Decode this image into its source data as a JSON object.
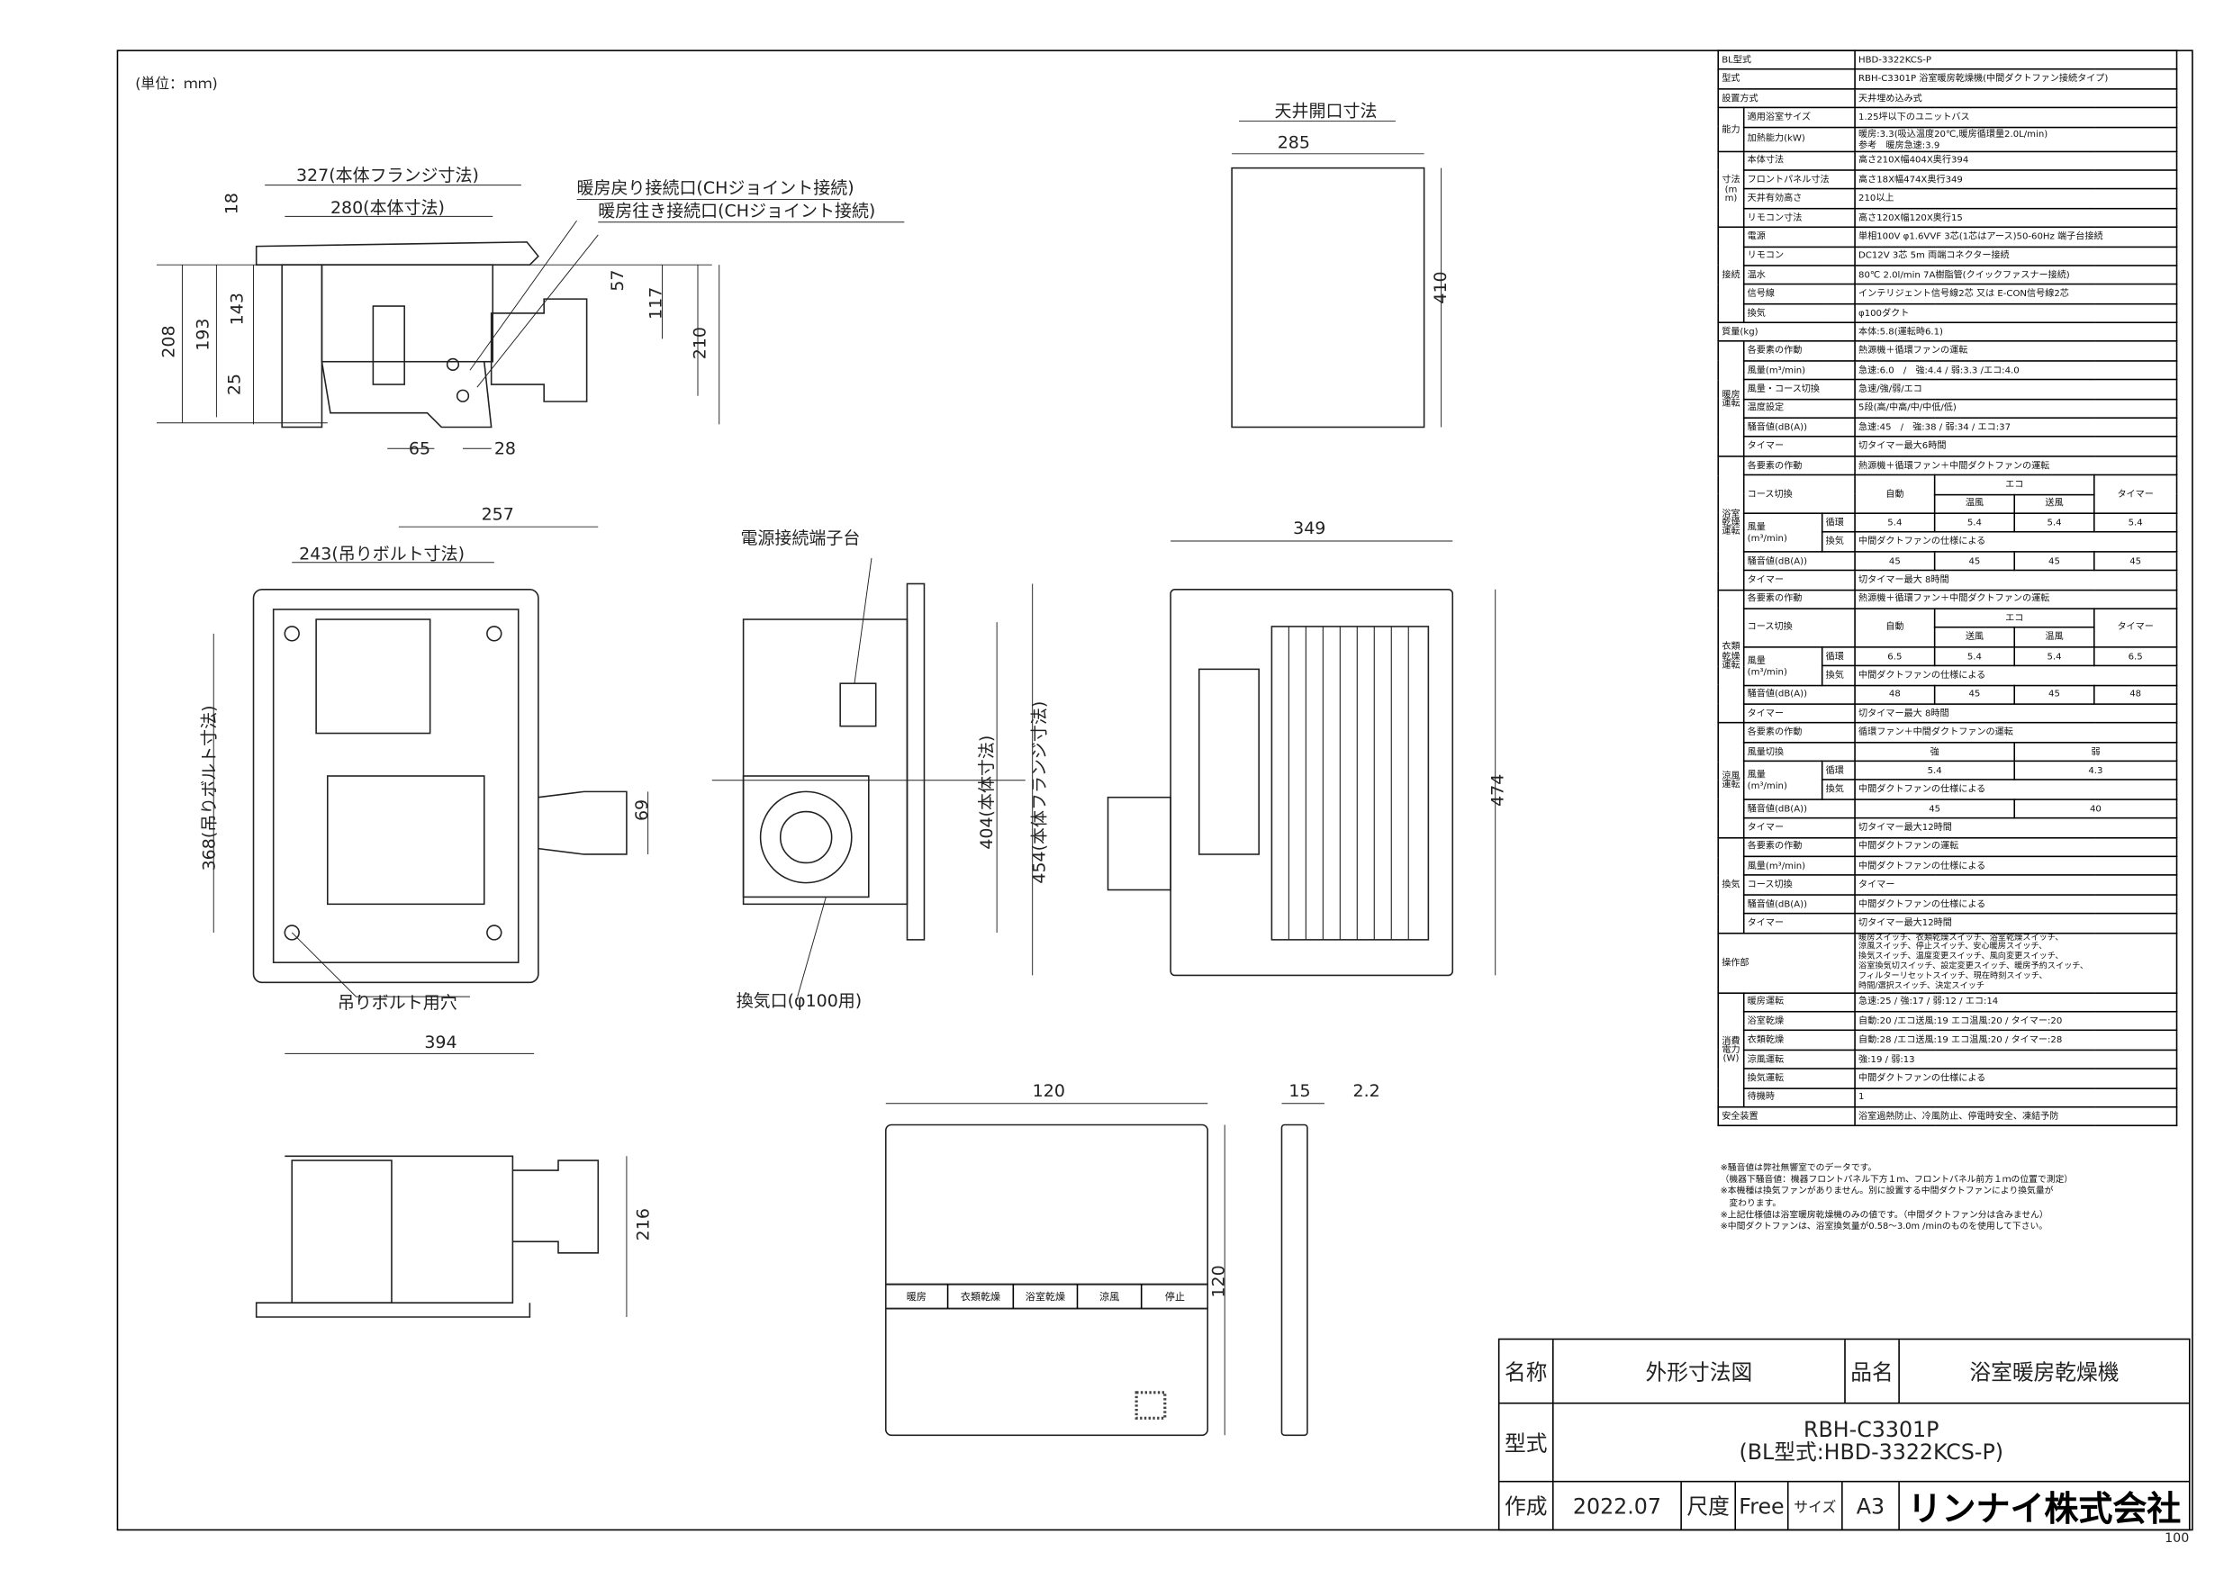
{
  "unit_note": "(単位：ｍｍ)",
  "page_number": "100",
  "drawing": {
    "side_view": {
      "flange_width": "327(本体フランジ寸法)",
      "body_width": "280(本体寸法)",
      "return_port": "暖房戻り接続口(CHジョイント接続)",
      "supply_port": "暖房往き接続口(CHジョイント接続)",
      "dim_18": "18",
      "dim_208": "208",
      "dim_193": "193",
      "dim_143": "143",
      "dim_25": "25",
      "dim_57": "57",
      "dim_117": "117",
      "dim_210": "210",
      "dim_65": "65",
      "dim_28": "28"
    },
    "ceiling_opening": {
      "title": "天井開口寸法",
      "width": "285",
      "height": "410"
    },
    "top_view": {
      "dim_257": "257",
      "bolt_pitch_x": "243(吊りボルト寸法)",
      "bolt_pitch_y": "368(吊りボルト寸法)",
      "dim_69": "69",
      "bolt_hole": "吊りボルト用穴",
      "dim_394": "394"
    },
    "side_view_2": {
      "terminal": "電源接続端子台",
      "body_dim": "404(本体寸法)",
      "flange_dim": "454(本体フランジ寸法)",
      "vent_port": "換気口(φ100用)"
    },
    "front_panel": {
      "width": "349",
      "height": "474"
    },
    "bottom_view": {
      "dim_216": "216"
    },
    "remote": {
      "width": "120",
      "height": "120",
      "depth": "15",
      "depth2": "2.2",
      "buttons": [
        "暖房",
        "衣類乾燥",
        "浴室乾燥",
        "涼風",
        "停止"
      ]
    }
  },
  "spec": {
    "bl_model": {
      "label": "BL型式",
      "value": "HBD-3322KCS-P"
    },
    "model": {
      "label": "型式",
      "value": "RBH-C3301P 浴室暖房乾燥機(中間ダクトファン接続タイプ)"
    },
    "install": {
      "label": "設置方式",
      "value": "天井埋め込み式"
    },
    "capacity": {
      "group": "能力",
      "rows": [
        {
          "label": "適用浴室サイズ",
          "value": "1.25坪以下のユニットバス"
        },
        {
          "label": "加熱能力(kW)",
          "value": "暖房:3.3(吸込温度20℃,暖房循環量2.0L/min)",
          "value2": "参考　暖房急速:3.9"
        }
      ]
    },
    "dimensions": {
      "group": "寸法(mm)",
      "rows": [
        {
          "label": "本体寸法",
          "value": "高さ210X幅404X奥行394"
        },
        {
          "label": "フロントパネル寸法",
          "value": "高さ18X幅474X奥行349"
        },
        {
          "label": "天井有効高さ",
          "value": "210以上"
        },
        {
          "label": "リモコン寸法",
          "value": "高さ120X幅120X奥行15"
        }
      ]
    },
    "connection": {
      "group": "接続",
      "rows": [
        {
          "label": "電源",
          "value": "単相100V φ1.6VVF 3芯(1芯はアース)50-60Hz 端子台接続"
        },
        {
          "label": "リモコン",
          "value": "DC12V 3芯 5m 両端コネクター接続"
        },
        {
          "label": "温水",
          "value": "80℃ 2.0l/min 7A樹脂管(クイックファスナー接続)"
        },
        {
          "label": "信号線",
          "value": "インテリジェント信号線2芯 又は E-CON信号線2芯"
        },
        {
          "label": "換気",
          "value": "φ100ダクト"
        }
      ]
    },
    "weight": {
      "label": "質量(kg)",
      "value": "本体:5.8(運転時6.1)"
    },
    "heating": {
      "group": "暖房運転",
      "rows": [
        {
          "label": "各要素の作動",
          "value": "熱源機＋循環ファンの運転"
        },
        {
          "label": "風量(m³/min)",
          "value": "急速:6.0　/　強:4.4 / 弱:3.3 /エコ:4.0"
        },
        {
          "label": "風量・コース切換",
          "value": "急速/強/弱/エコ"
        },
        {
          "label": "温度設定",
          "value": "5段(高/中高/中/中低/低)"
        },
        {
          "label": "騒音値(dB(A))",
          "value": "急速:45　/　強:38 / 弱:34 / エコ:37"
        },
        {
          "label": "タイマー",
          "value": "切タイマー最大6時間"
        }
      ]
    },
    "bath_dry": {
      "group": "浴室乾燥運転",
      "action": {
        "label": "各要素の作動",
        "value": "熱源機＋循環ファン＋中間ダクトファンの運転"
      },
      "course": {
        "label": "コース切換",
        "auto": "自動",
        "eco": "エコ",
        "eco_a": "温風",
        "eco_b": "送風",
        "timer": "タイマー"
      },
      "airflow": {
        "label": "風量",
        "unit": "(m³/min)",
        "circ_label": "循環",
        "circ": [
          "5.4",
          "5.4",
          "5.4",
          "5.4"
        ],
        "vent_label": "換気",
        "vent": "中間ダクトファンの仕様による"
      },
      "noise": {
        "label": "騒音値(dB(A))",
        "values": [
          "45",
          "45",
          "45",
          "45"
        ]
      },
      "timer": {
        "label": "タイマー",
        "value": "切タイマー最大 8時間"
      }
    },
    "cloth_dry": {
      "group": "衣類乾燥運転",
      "action": {
        "label": "各要素の作動",
        "value": "熱源機＋循環ファン＋中間ダクトファンの運転"
      },
      "course": {
        "label": "コース切換",
        "auto": "自動",
        "eco": "エコ",
        "eco_a": "送風",
        "eco_b": "温風",
        "timer": "タイマー"
      },
      "airflow": {
        "label": "風量",
        "unit": "(m³/min)",
        "circ_label": "循環",
        "circ": [
          "6.5",
          "5.4",
          "5.4",
          "6.5"
        ],
        "vent_label": "換気",
        "vent": "中間ダクトファンの仕様による"
      },
      "noise": {
        "label": "騒音値(dB(A))",
        "values": [
          "48",
          "45",
          "45",
          "48"
        ]
      },
      "timer": {
        "label": "タイマー",
        "value": "切タイマー最大 8時間"
      }
    },
    "cool": {
      "group": "涼風運転",
      "action": {
        "label": "各要素の作動",
        "value": "循環ファン＋中間ダクトファンの運転"
      },
      "switch": {
        "label": "風量切換",
        "values": [
          "強",
          "弱"
        ]
      },
      "airflow": {
        "label": "風量",
        "unit": "(m³/min)",
        "circ_label": "循環",
        "circ": [
          "5.4",
          "4.3"
        ],
        "vent_label": "換気",
        "vent": "中間ダクトファンの仕様による"
      },
      "noise": {
        "label": "騒音値(dB(A))",
        "values": [
          "45",
          "40"
        ]
      },
      "timer": {
        "label": "タイマー",
        "value": "切タイマー最大12時間"
      }
    },
    "vent": {
      "group": "換気",
      "rows": [
        {
          "label": "各要素の作動",
          "value": "中間ダクトファンの運転"
        },
        {
          "label": "風量(m³/min)",
          "value": "中間ダクトファンの仕様による"
        },
        {
          "label": "コース切換",
          "value": "タイマー"
        },
        {
          "label": "騒音値(dB(A))",
          "value": "中間ダクトファンの仕様による"
        },
        {
          "label": "タイマー",
          "value": "切タイマー最大12時間"
        }
      ]
    },
    "controls": {
      "label": "操作部",
      "lines": [
        "暖房スイッチ、衣類乾燥スイッチ、浴室乾燥スイッチ、",
        "涼風スイッチ、停止スイッチ、安心暖房スイッチ、",
        "換気スイッチ、温度変更スイッチ、風向変更スイッチ、",
        "浴室換気切スイッチ、設定変更スイッチ、暖房予約スイッチ、",
        "フィルターリセットスイッチ、現在時刻スイッチ、",
        "時間/選択スイッチ、決定スイッチ"
      ]
    },
    "power": {
      "group": "消費電力(W)",
      "rows": [
        {
          "label": "暖房運転",
          "value": "急速:25 / 強:17 / 弱:12 / エコ:14"
        },
        {
          "label": "浴室乾燥",
          "value": "自動:20 /エコ送風:19 エコ温風:20 / タイマー:20"
        },
        {
          "label": "衣類乾燥",
          "value": "自動:28 /エコ送風:19 エコ温風:20 / タイマー:28"
        },
        {
          "label": "涼風運転",
          "value": "強:19 / 弱:13"
        },
        {
          "label": "換気運転",
          "value": "中間ダクトファンの仕様による"
        },
        {
          "label": "待機時",
          "value": "1"
        }
      ]
    },
    "safety": {
      "label": "安全装置",
      "value": "浴室過熱防止、冷風防止、停電時安全、凍結予防"
    }
  },
  "notes": [
    "※騒音値は弊社無響室でのデータです。",
    "（機器下騒音値：機器フロントパネル下方１ｍ、フロントパネル前方１ｍの位置で測定）",
    "※本機種は換気ファンがありません。別に設置する中間ダクトファンにより換気量が",
    "　変わります。",
    "※上記仕様値は浴室暖房乾燥機のみの値です。（中間ダクトファン分は含みません）",
    "※中間ダクトファンは、浴室換気量が0.58～3.0m /minのものを使用して下さい。"
  ],
  "title_block": {
    "name_label": "名称",
    "name": "外形寸法図",
    "product_label": "品名",
    "product": "浴室暖房乾燥機",
    "model_label": "型式",
    "model": "RBH-C3301P",
    "bl_model": "(BL型式:HBD-3322KCS-P)",
    "created_label": "作成",
    "created": "2022.07",
    "scale_label": "尺度",
    "scale": "Free",
    "size_label": "サイズ",
    "size": "A3",
    "company": "リンナイ株式会社"
  }
}
